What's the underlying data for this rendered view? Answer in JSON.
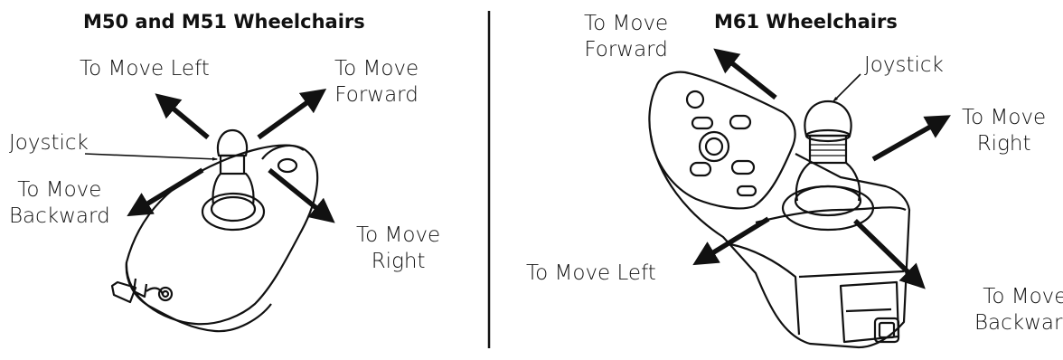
{
  "left_panel": {
    "title": "M50 and M51 Wheelchairs",
    "labels": {
      "move_left": "To Move Left",
      "move_forward": "To Move\nForward",
      "joystick": "Joystick",
      "move_backward": "To Move\nBackward",
      "move_right": "To Move\nRight"
    }
  },
  "right_panel": {
    "title": "M61 Wheelchairs",
    "labels": {
      "move_forward": "To Move\nForward",
      "joystick": "Joystick",
      "move_right": "To Move\nRight",
      "move_left": "To Move Left",
      "move_backward": "To Move\nBackward"
    }
  }
}
